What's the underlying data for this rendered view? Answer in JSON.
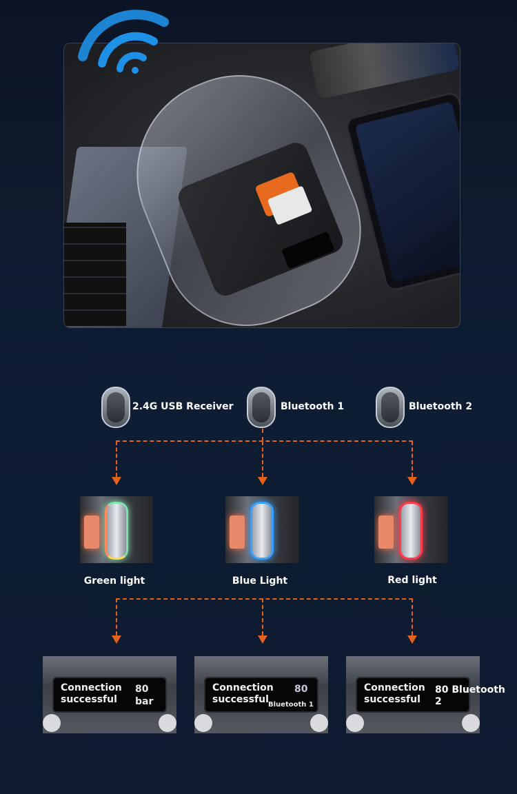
{
  "modes": [
    {
      "label": "2.4G USB Receiver"
    },
    {
      "label": "Bluetooth 1"
    },
    {
      "label": "Bluetooth 2"
    }
  ],
  "lights": [
    {
      "label": "Green light",
      "color": "#7fe0b0"
    },
    {
      "label": "Blue Light",
      "color": "#3aa0ff"
    },
    {
      "label": "Red light",
      "color": "#ff3a4a"
    }
  ],
  "screens": [
    {
      "status": "Connection successful",
      "value_line1": "80",
      "value_line2": "bar"
    },
    {
      "status": "Connection successful",
      "value_line1": "80",
      "value_line2": "Bluetooth 1"
    },
    {
      "status": "Connection successful",
      "value_line1": "80 Bluetooth",
      "value_line2": "2"
    }
  ],
  "colors": {
    "accent": "#e4621c",
    "wifi": "#1e90e6",
    "background": "#0f1d33"
  }
}
